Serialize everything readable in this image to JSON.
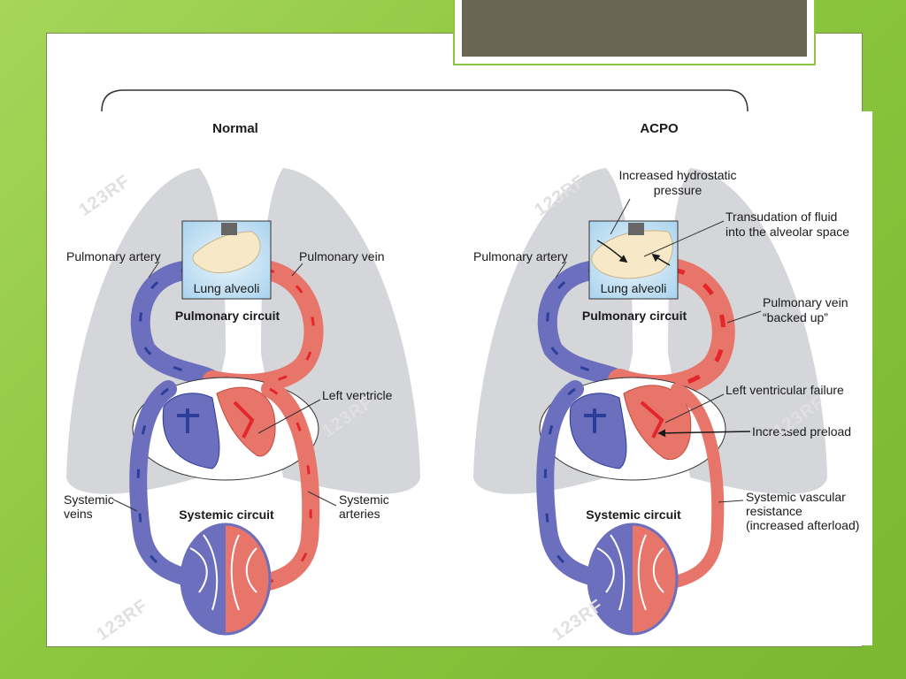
{
  "normal": {
    "heading": "Normal",
    "pulmonary_artery": "Pulmonary artery",
    "pulmonary_vein": "Pulmonary vein",
    "lung_alveoli": "Lung alveoli",
    "pulmonary_circuit": "Pulmonary circuit",
    "left_ventricle": "Left ventricle",
    "systemic_veins": [
      "Systemic",
      "veins"
    ],
    "systemic_circuit": "Systemic circuit",
    "systemic_arteries": [
      "Systemic",
      "arteries"
    ]
  },
  "acpo": {
    "heading": "ACPO",
    "hydrostatic": [
      "Increased hydrostatic",
      "pressure"
    ],
    "transudation": [
      "Transudation of fluid",
      "into the alveolar space"
    ],
    "pulmonary_artery": "Pulmonary artery",
    "lung_alveoli": "Lung alveoli",
    "pulmonary_circuit": "Pulmonary circuit",
    "pulmonary_vein": [
      "Pulmonary vein",
      "“backed up”"
    ],
    "lv_failure": "Left ventricular failure",
    "preload": "Increased preload",
    "systemic_circuit": "Systemic circuit",
    "svr": [
      "Systemic vascular",
      "resistance",
      "(increased afterload)"
    ]
  },
  "watermark": "123RF",
  "colors": {
    "vein": "#6b6fbd",
    "artery": "#e8756a",
    "red_arrow": "#e3262b",
    "blue_arrow": "#2b3e9a",
    "lung": "#d4d6d9"
  }
}
